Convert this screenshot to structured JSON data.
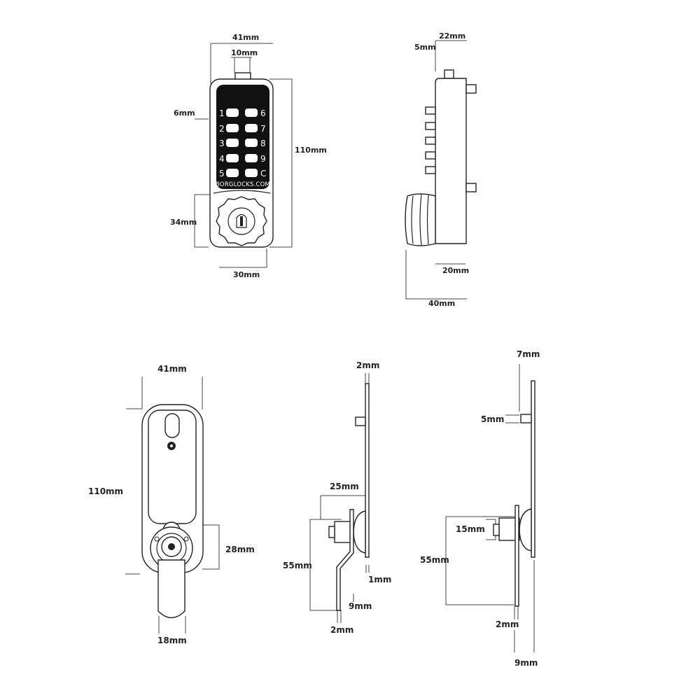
{
  "front_view": {
    "dims": {
      "width": "41mm",
      "button_width": "10mm",
      "keypad_offset": "6mm",
      "height": "110mm",
      "knob_height": "34mm",
      "knob_width": "30mm"
    },
    "keys": [
      "1",
      "2",
      "3",
      "4",
      "5",
      "6",
      "7",
      "8",
      "9",
      "C"
    ],
    "brand": "BORGLOCKS.COM"
  },
  "side_view": {
    "dims": {
      "depth": "22mm",
      "button_protrusion": "5mm",
      "knob_depth": "20mm",
      "total_depth": "40mm"
    }
  },
  "back_view": {
    "dims": {
      "width": "41mm",
      "height": "110mm",
      "cam_area": "28mm",
      "cam_width": "18mm"
    }
  },
  "cam_side_view_1": {
    "dims": {
      "plate_thickness": "2mm",
      "offset": "25mm",
      "cam_length": "55mm",
      "gap": "1mm",
      "hub": "9mm",
      "cam_thickness": "2mm"
    }
  },
  "cam_side_view_2": {
    "dims": {
      "top": "7mm",
      "spindle": "5mm",
      "hub": "15mm",
      "cam_length": "55mm",
      "cam_thickness": "2mm",
      "depth": "9mm"
    }
  },
  "colors": {
    "line": "#222222",
    "keypad": "#111111",
    "background": "#ffffff"
  }
}
